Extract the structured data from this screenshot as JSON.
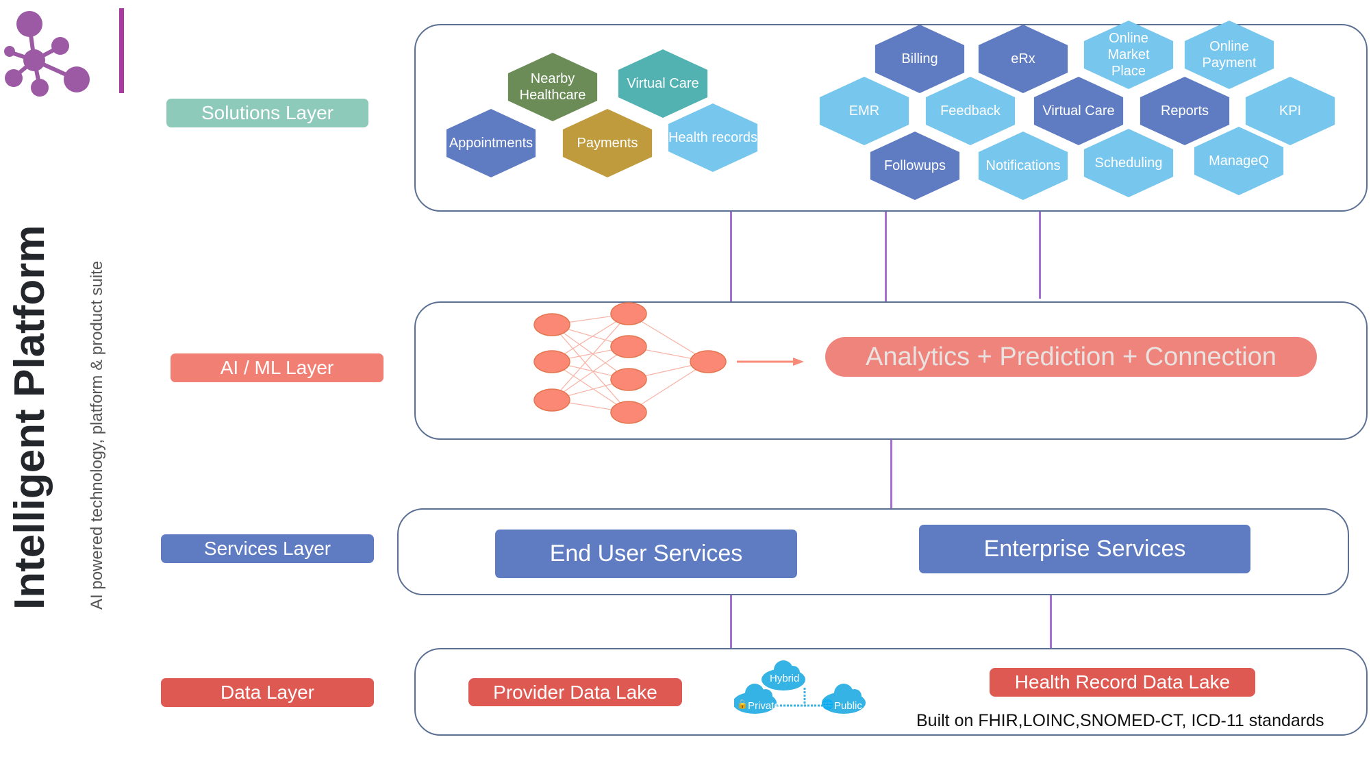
{
  "branding": {
    "logo_icon": "molecule-network-icon",
    "title": "Intelligent Platform",
    "subtitle": "AI powered  technology, platform & product suite",
    "accent_color": "#9b5aa3"
  },
  "layers": {
    "solutions": {
      "label": "Solutions Layer",
      "color": "#8ecab9"
    },
    "aiml": {
      "label": "AI / ML  Layer",
      "color": "#f17f73"
    },
    "services": {
      "label": "Services Layer",
      "color": "#5f7cc3"
    },
    "data": {
      "label": "Data Layer",
      "color": "#df5953"
    }
  },
  "solutions": {
    "consumer_cluster": [
      {
        "label": "Nearby Healthcare",
        "color": "#6b8c57"
      },
      {
        "label": "Virtual Care",
        "color": "#52b2b1"
      },
      {
        "label": "Appointments",
        "color": "#5f7cc3"
      },
      {
        "label": "Payments",
        "color": "#bf9b3d"
      },
      {
        "label": "Health records",
        "color": "#77c6ee"
      }
    ],
    "enterprise_cluster": [
      {
        "label": "Billing",
        "tone": "dark"
      },
      {
        "label": "eRx",
        "tone": "dark"
      },
      {
        "label": "Online Market Place",
        "tone": "light"
      },
      {
        "label": "Online Payment",
        "tone": "light"
      },
      {
        "label": "EMR",
        "tone": "light"
      },
      {
        "label": "Feedback",
        "tone": "light"
      },
      {
        "label": "Virtual Care",
        "tone": "dark"
      },
      {
        "label": "Reports",
        "tone": "dark"
      },
      {
        "label": "KPI",
        "tone": "light"
      },
      {
        "label": "Followups",
        "tone": "dark"
      },
      {
        "label": "Notifications",
        "tone": "light"
      },
      {
        "label": "Scheduling",
        "tone": "light"
      },
      {
        "label": "ManageQ",
        "tone": "light"
      }
    ]
  },
  "aiml": {
    "network_icon": "neural-network-icon",
    "network_layers": [
      3,
      4,
      1
    ],
    "arrow_icon": "arrow-right-icon",
    "banner": "Analytics + Prediction + Connection"
  },
  "services": {
    "end_user": "End User  Services",
    "enterprise": "Enterprise   Services"
  },
  "data": {
    "provider_lake": "Provider Data Lake",
    "health_record_lake": "Health Record Data Lake",
    "cloud": {
      "hybrid": "Hybrid",
      "private": "Private",
      "public": "Public"
    },
    "standards": "Built on FHIR,LOINC,SNOMED-CT, ICD-11 standards"
  }
}
